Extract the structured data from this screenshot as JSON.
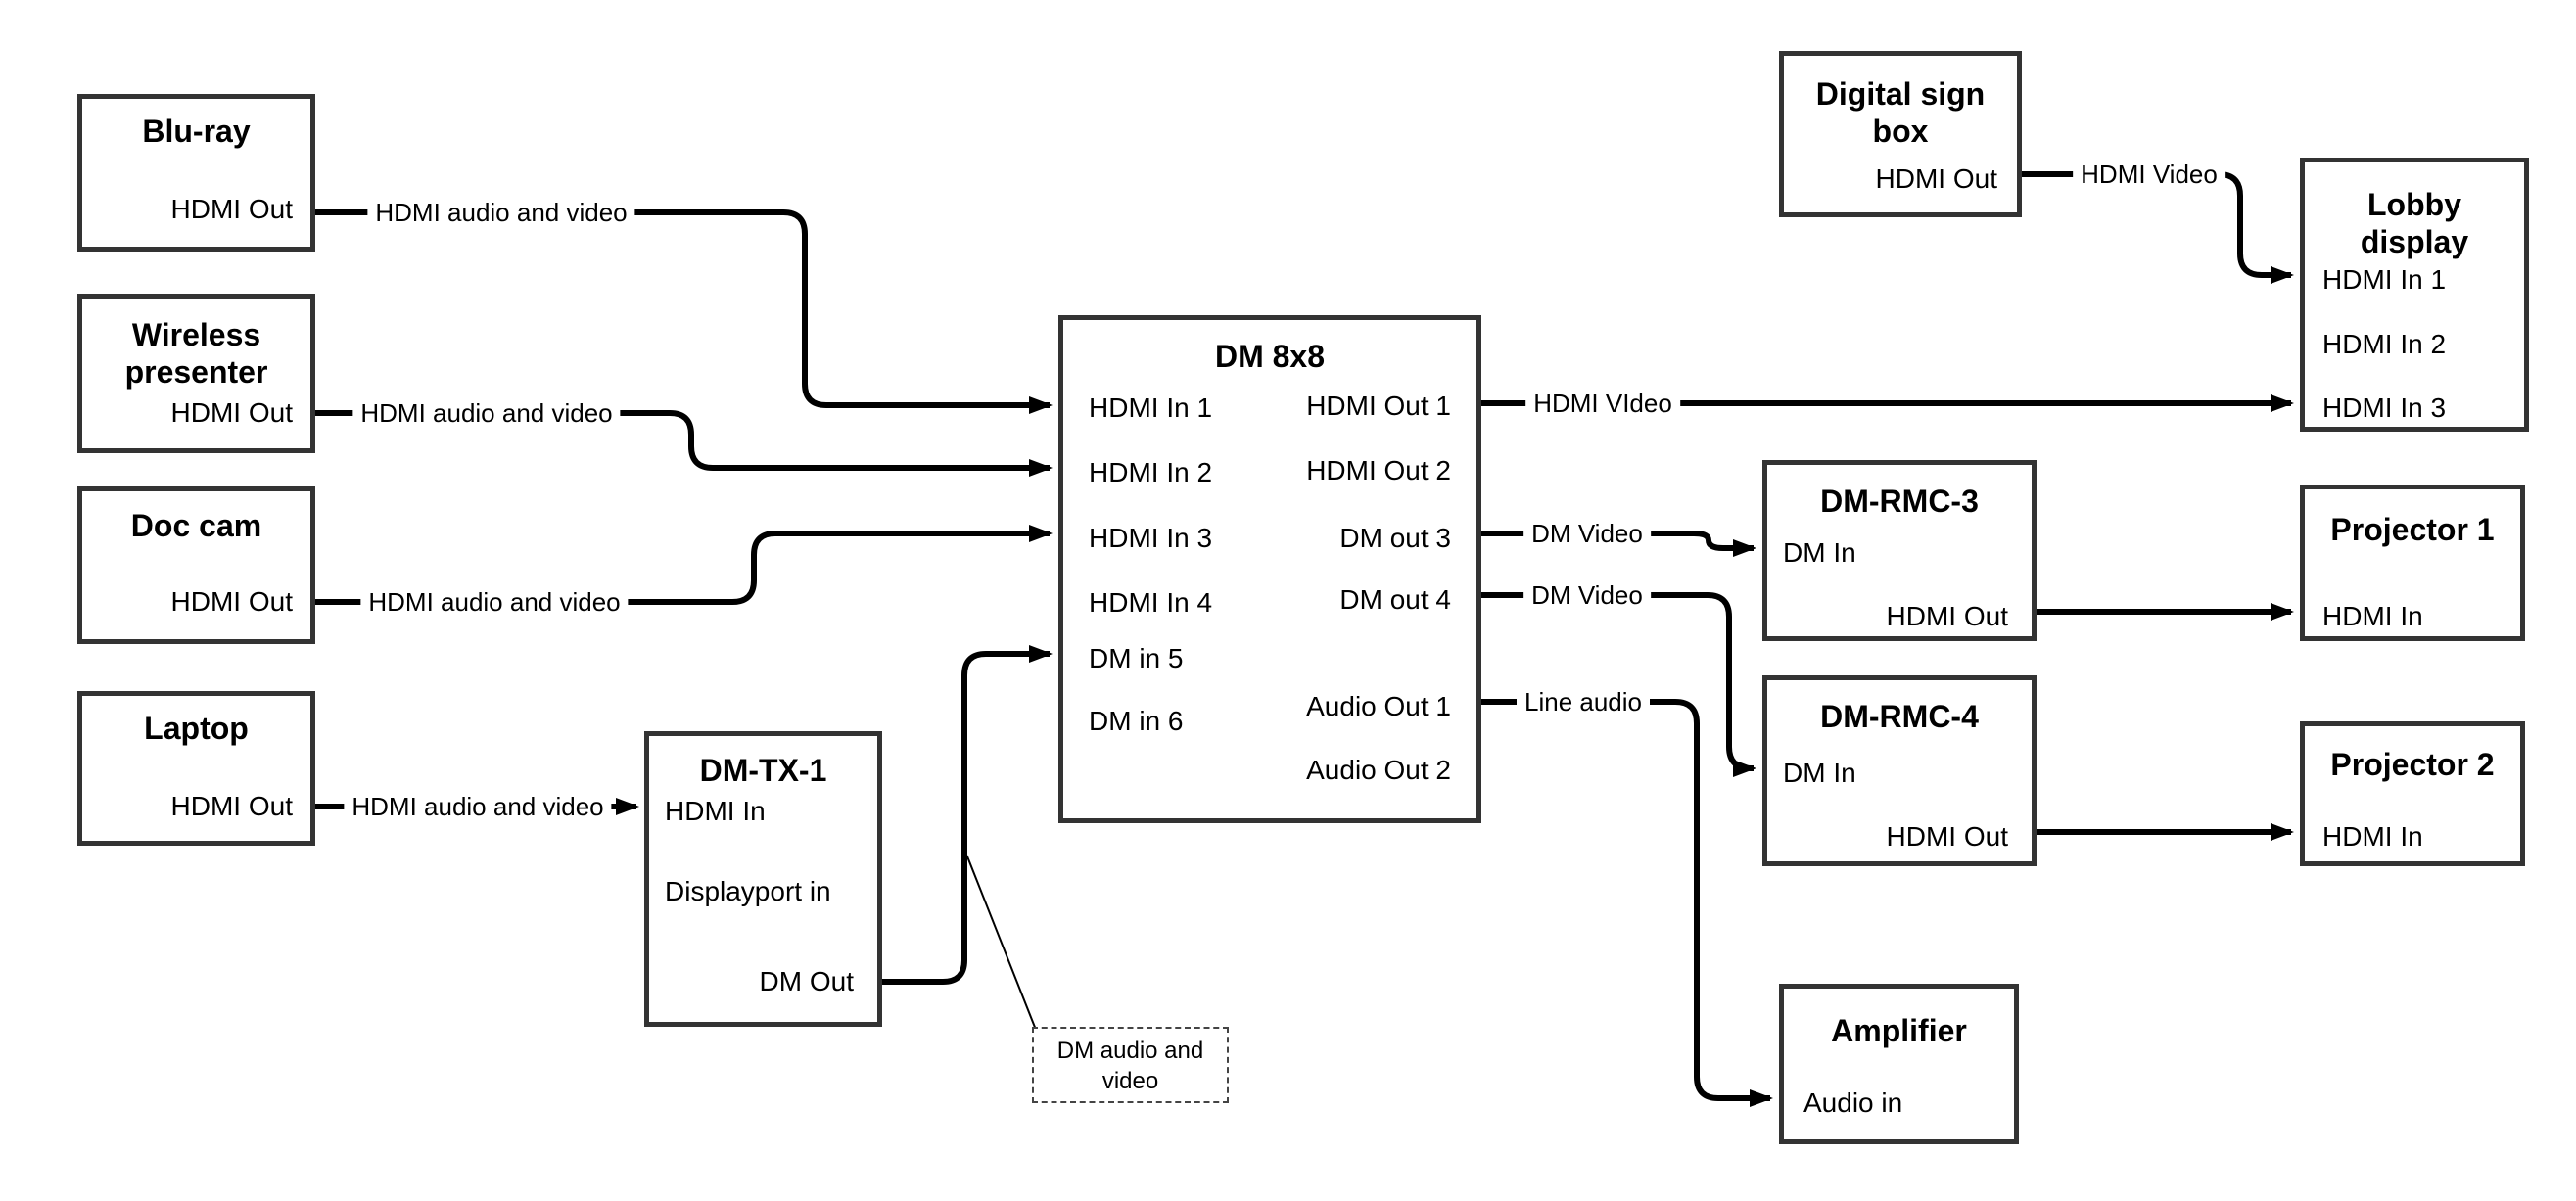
{
  "nodes": {
    "bluray": {
      "title": "Blu-ray",
      "port_hdmi_out": "HDMI Out"
    },
    "wireless": {
      "title_line1": "Wireless",
      "title_line2": "presenter",
      "port_hdmi_out": "HDMI Out"
    },
    "doccam": {
      "title": "Doc cam",
      "port_hdmi_out": "HDMI Out"
    },
    "laptop": {
      "title": "Laptop",
      "port_hdmi_out": "HDMI Out"
    },
    "dmtx1": {
      "title": "DM-TX-1",
      "port_hdmi_in": "HDMI In",
      "port_displayport_in": "Displayport in",
      "port_dm_out": "DM Out"
    },
    "dm8x8": {
      "title": "DM 8x8",
      "port_hdmi_in_1": "HDMI In 1",
      "port_hdmi_in_2": "HDMI In 2",
      "port_hdmi_in_3": "HDMI In 3",
      "port_hdmi_in_4": "HDMI In 4",
      "port_dm_in_5": "DM in 5",
      "port_dm_in_6": "DM in 6",
      "port_hdmi_out_1": "HDMI Out 1",
      "port_hdmi_out_2": "HDMI Out 2",
      "port_dm_out_3": "DM out 3",
      "port_dm_out_4": "DM out 4",
      "port_audio_out_1": "Audio Out 1",
      "port_audio_out_2": "Audio Out 2"
    },
    "digital_sign": {
      "title_line1": "Digital sign",
      "title_line2": "box",
      "port_hdmi_out": "HDMI Out"
    },
    "lobby": {
      "title_line1": "Lobby",
      "title_line2": "display",
      "port_hdmi_in_1": "HDMI In 1",
      "port_hdmi_in_2": "HDMI In 2",
      "port_hdmi_in_3": "HDMI In 3"
    },
    "rmc3": {
      "title": "DM-RMC-3",
      "port_dm_in": "DM In",
      "port_hdmi_out": "HDMI Out"
    },
    "proj1": {
      "title": "Projector 1",
      "port_hdmi_in": "HDMI In"
    },
    "rmc4": {
      "title": "DM-RMC-4",
      "port_dm_in": "DM In",
      "port_hdmi_out": "HDMI Out"
    },
    "proj2": {
      "title": "Projector 2",
      "port_hdmi_in": "HDMI In"
    },
    "amplifier": {
      "title": "Amplifier",
      "port_audio_in": "Audio in"
    }
  },
  "edges": {
    "bluray_label": "HDMI audio and video",
    "wireless_label": "HDMI audio and video",
    "doccam_label": "HDMI audio and video",
    "laptop_label": "HDMI audio and video",
    "hdmi_out1_label": "HDMI VIdeo",
    "dm_out3_label": "DM Video",
    "dm_out4_label": "DM Video",
    "audio_out1_label": "Line audio",
    "digital_sign_label": "HDMI Video"
  },
  "note": {
    "line1": "DM audio and",
    "line2": "video"
  },
  "colors": {
    "background": "#ffffff",
    "line": "#000000",
    "box_border": "#333333"
  }
}
